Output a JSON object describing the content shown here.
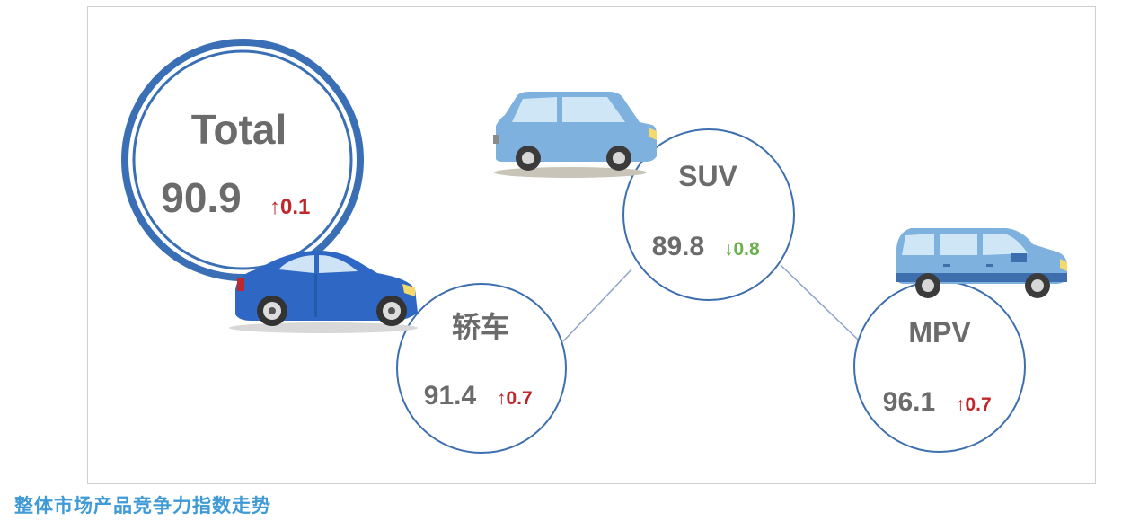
{
  "caption": "整体市场产品竞争力指数走势",
  "colors": {
    "circle_stroke": "#3d6fae",
    "total_ring": "#3a6fb6",
    "connector": "#8ea3c9",
    "label_gray": "#6b6b6b",
    "up_red": "#c0272d",
    "down_green": "#6ab04c",
    "caption_blue": "#3f9ad6"
  },
  "nodes": {
    "total": {
      "label": "Total",
      "value": "90.9",
      "change": "↑0.1",
      "direction": "up"
    },
    "sedan": {
      "label": "轿车",
      "value": "91.4",
      "change": "↑0.7",
      "direction": "up"
    },
    "suv": {
      "label": "SUV",
      "value": "89.8",
      "change": "↓0.8",
      "direction": "down"
    },
    "mpv": {
      "label": "MPV",
      "value": "96.1",
      "change": "↑0.7",
      "direction": "up"
    }
  },
  "icons": {
    "sedan": "sedan-car-icon",
    "suv": "suv-car-icon",
    "mpv": "mpv-van-icon"
  }
}
